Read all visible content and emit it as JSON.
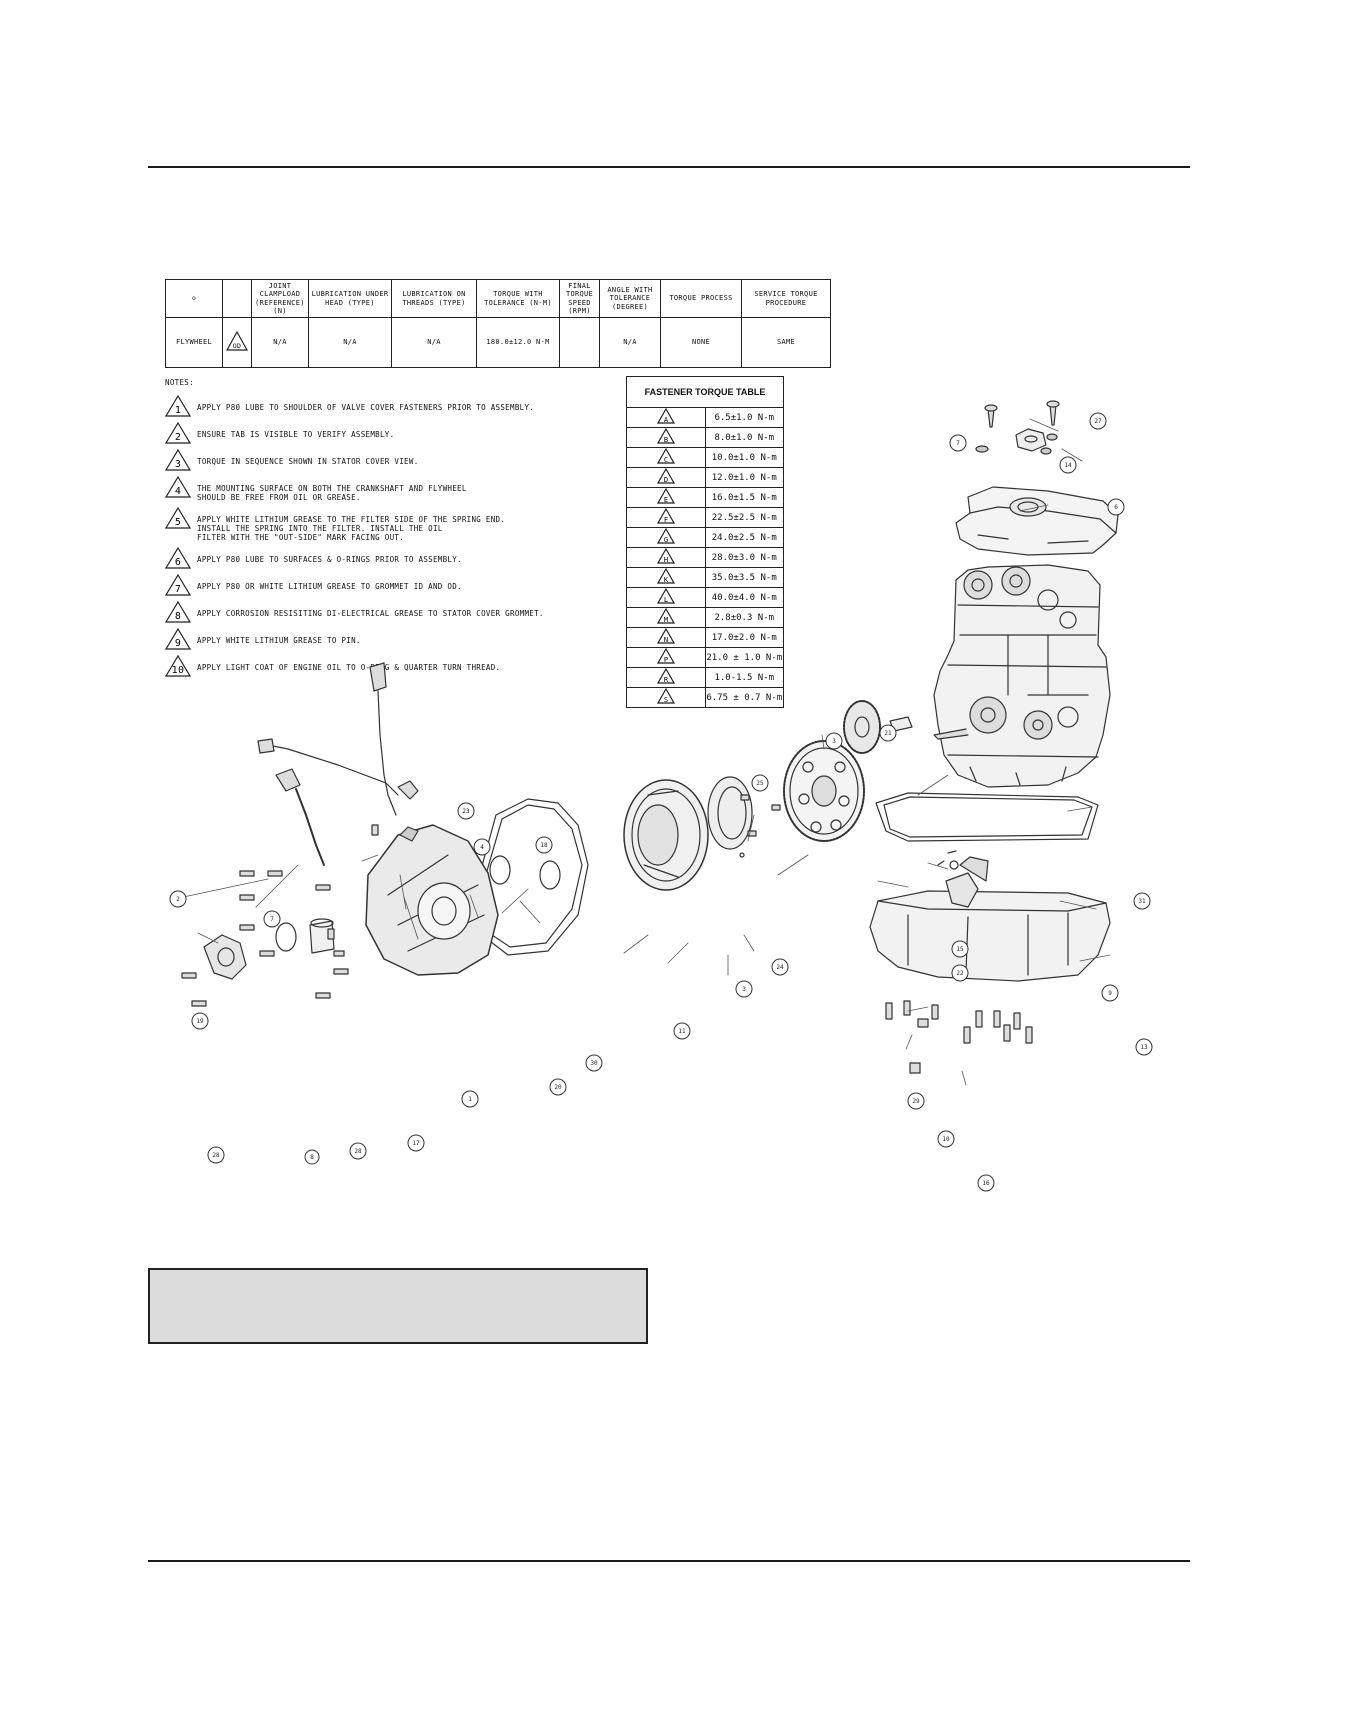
{
  "spec_table": {
    "headers": {
      "symbol": "◇",
      "joint_clampload": "JOINT CLAMPLOAD (REFERENCE) (N)",
      "lubrication_under_head": "LUBRICATION UNDER HEAD (TYPE)",
      "lubrication_on_threads": "LUBRICATION ON THREADS (TYPE)",
      "torque_with_tolerance": "TORQUE WITH TOLERANCE (N-m)",
      "final_torque_speed": "FINAL TORQUE SPEED (RPM)",
      "angle_with_tolerance": "ANGLE WITH TOLERANCE (DEGREE)",
      "torque_process": "TORQUE PROCESS",
      "service_torque_procedure": "SERVICE TORQUE PROCEDURE"
    },
    "row": {
      "name": "FLYWHEEL",
      "badge": "OD",
      "joint_clampload": "N/A",
      "lubrication_under_head": "N/A",
      "lubrication_on_threads": "N/A",
      "torque_with_tolerance": "180.0±12.0 N-m",
      "final_torque_speed": "",
      "angle_with_tolerance": "N/A",
      "torque_process": "NONE",
      "service_torque_procedure": "SAME"
    }
  },
  "notes": {
    "title": "NOTES:",
    "items": [
      {
        "num": "1",
        "text": "APPLY P80 LUBE TO SHOULDER OF VALVE COVER FASTENERS PRIOR TO ASSEMBLY."
      },
      {
        "num": "2",
        "text": "ENSURE TAB IS VISIBLE TO VERIFY ASSEMBLY."
      },
      {
        "num": "3",
        "text": "TORQUE IN SEQUENCE SHOWN IN STATOR COVER VIEW."
      },
      {
        "num": "4",
        "text": "THE MOUNTING SURFACE ON BOTH THE CRANKSHAFT AND FLYWHEEL\nSHOULD BE FREE FROM OIL OR GREASE."
      },
      {
        "num": "5",
        "text": "APPLY WHITE LITHIUM GREASE TO THE FILTER SIDE OF THE SPRING END.\nINSTALL THE SPRING INTO THE FILTER. INSTALL THE OIL\nFILTER WITH THE \"OUT-SIDE\" MARK FACING OUT."
      },
      {
        "num": "6",
        "text": "APPLY P80 LUBE TO SURFACES & O-RINGS PRIOR TO ASSEMBLY."
      },
      {
        "num": "7",
        "text": "APPLY P80 OR WHITE LITHIUM GREASE TO GROMMET ID AND OD."
      },
      {
        "num": "8",
        "text": "APPLY CORROSION RESISITING DI-ELECTRICAL GREASE TO STATOR COVER GROMMET."
      },
      {
        "num": "9",
        "text": "APPLY WHITE LITHIUM GREASE TO PIN."
      },
      {
        "num": "10",
        "text": "APPLY LIGHT COAT OF ENGINE OIL TO O-RING & QUARTER TURN THREAD."
      }
    ]
  },
  "fastener_table": {
    "title": "FASTENER TORQUE TABLE",
    "rows": [
      {
        "letter": "A",
        "value": "6.5±1.0 N-m"
      },
      {
        "letter": "B",
        "value": "8.0±1.0 N-m"
      },
      {
        "letter": "C",
        "value": "10.0±1.0 N-m"
      },
      {
        "letter": "D",
        "value": "12.0±1.0 N-m"
      },
      {
        "letter": "E",
        "value": "16.0±1.5 N-m"
      },
      {
        "letter": "F",
        "value": "22.5±2.5 N-m"
      },
      {
        "letter": "G",
        "value": "24.0±2.5 N-m"
      },
      {
        "letter": "H",
        "value": "28.0±3.0 N-m"
      },
      {
        "letter": "K",
        "value": "35.0±3.5 N-m"
      },
      {
        "letter": "L",
        "value": "40.0±4.0 N-m"
      },
      {
        "letter": "M",
        "value": "2.8±0.3 N-m"
      },
      {
        "letter": "N",
        "value": "17.0±2.0 N-m"
      },
      {
        "letter": "P",
        "value": "21.0 ± 1.0 N-m"
      },
      {
        "letter": "R",
        "value": "1.0-1.5 N-m"
      },
      {
        "letter": "S",
        "value": "6.75 ± 0.7 N-m"
      }
    ]
  },
  "callouts": {
    "c2": "2",
    "c7a": "7",
    "c19": "19",
    "c28a": "28",
    "c8": "8",
    "c28b": "28",
    "c17": "17",
    "c1": "1",
    "c23": "23",
    "c4": "4",
    "c18": "18",
    "c30": "30",
    "c20": "20",
    "c11": "11",
    "c3": "3",
    "c24": "24",
    "c25": "25",
    "c3b": "3",
    "c21": "21",
    "c27": "27",
    "c7b": "7",
    "c14": "14",
    "c6": "6",
    "c31": "31",
    "c15": "15",
    "c22": "22",
    "c9": "9",
    "c13": "13",
    "c29": "29",
    "c10": "10",
    "c16": "16"
  }
}
